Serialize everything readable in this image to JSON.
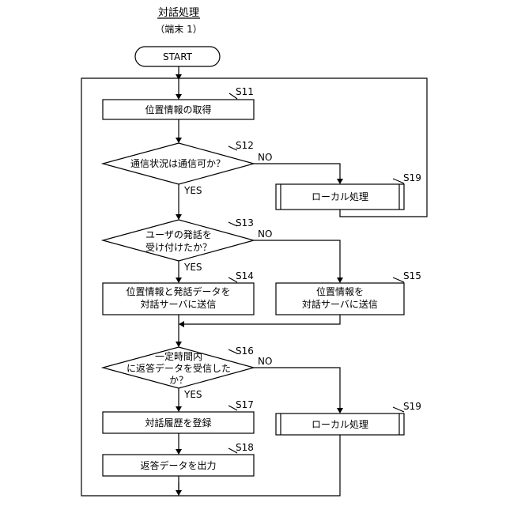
{
  "title": "対話処理",
  "subtitle": "（端末 1）",
  "start": "START",
  "steps": {
    "s11": {
      "id": "S11",
      "text": [
        "位置情報の取得"
      ]
    },
    "s12": {
      "id": "S12",
      "text": [
        "通信状況は通信可か？"
      ]
    },
    "s13": {
      "id": "S13",
      "text": [
        "ユーザの発話を",
        "受け付けたか？"
      ]
    },
    "s14": {
      "id": "S14",
      "text": [
        "位置情報と発話データを",
        "対話サーバに送信"
      ]
    },
    "s15": {
      "id": "S15",
      "text": [
        "位置情報を",
        "対話サーバに送信"
      ]
    },
    "s16": {
      "id": "S16",
      "text": [
        "一定時間内",
        "に返答データを受信した",
        "か？"
      ]
    },
    "s17": {
      "id": "S17",
      "text": [
        "対話履歴を登録"
      ]
    },
    "s18": {
      "id": "S18",
      "text": [
        "返答データを出力"
      ]
    },
    "s19a": {
      "id": "S19",
      "text": [
        "ローカル処理"
      ]
    },
    "s19b": {
      "id": "S19",
      "text": [
        "ローカル処理"
      ]
    }
  },
  "branch_labels": {
    "yes": "YES",
    "no": "NO"
  }
}
